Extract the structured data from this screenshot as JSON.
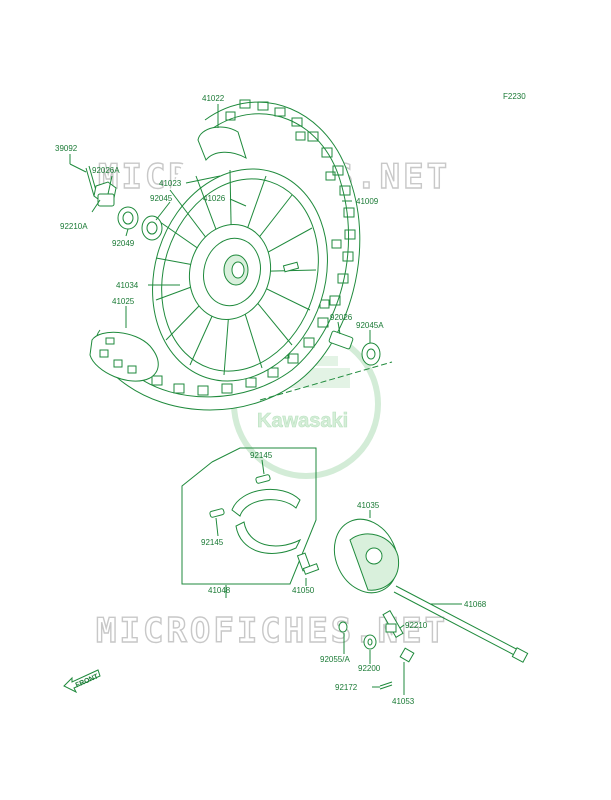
{
  "figure_code": "F2230",
  "watermark": {
    "text": "MICROFICHES.NET"
  },
  "logo": {
    "text": "Kawasaki",
    "color": "#cbe9cf"
  },
  "front_label": "FRONT",
  "line_color": "#1f8a3c",
  "parts": [
    {
      "id": "p41022",
      "label": "41022"
    },
    {
      "id": "p39092",
      "label": "39092"
    },
    {
      "id": "p92026A",
      "label": "92026A"
    },
    {
      "id": "p41023",
      "label": "41023"
    },
    {
      "id": "p92045",
      "label": "92045"
    },
    {
      "id": "p41026",
      "label": "41026"
    },
    {
      "id": "p41009",
      "label": "41009"
    },
    {
      "id": "p92210A",
      "label": "92210A"
    },
    {
      "id": "p92049",
      "label": "92049"
    },
    {
      "id": "p41034",
      "label": "41034"
    },
    {
      "id": "p41025",
      "label": "41025"
    },
    {
      "id": "p92026",
      "label": "92026"
    },
    {
      "id": "p92045A",
      "label": "92045A"
    },
    {
      "id": "p92145a",
      "label": "92145"
    },
    {
      "id": "p41035",
      "label": "41035"
    },
    {
      "id": "p92145b",
      "label": "92145"
    },
    {
      "id": "p41048",
      "label": "41048"
    },
    {
      "id": "p41050",
      "label": "41050"
    },
    {
      "id": "p41068",
      "label": "41068"
    },
    {
      "id": "p92210",
      "label": "92210"
    },
    {
      "id": "p92055A",
      "label": "92055/A"
    },
    {
      "id": "p92200",
      "label": "92200"
    },
    {
      "id": "p92172",
      "label": "92172"
    },
    {
      "id": "p41053",
      "label": "41053"
    }
  ]
}
